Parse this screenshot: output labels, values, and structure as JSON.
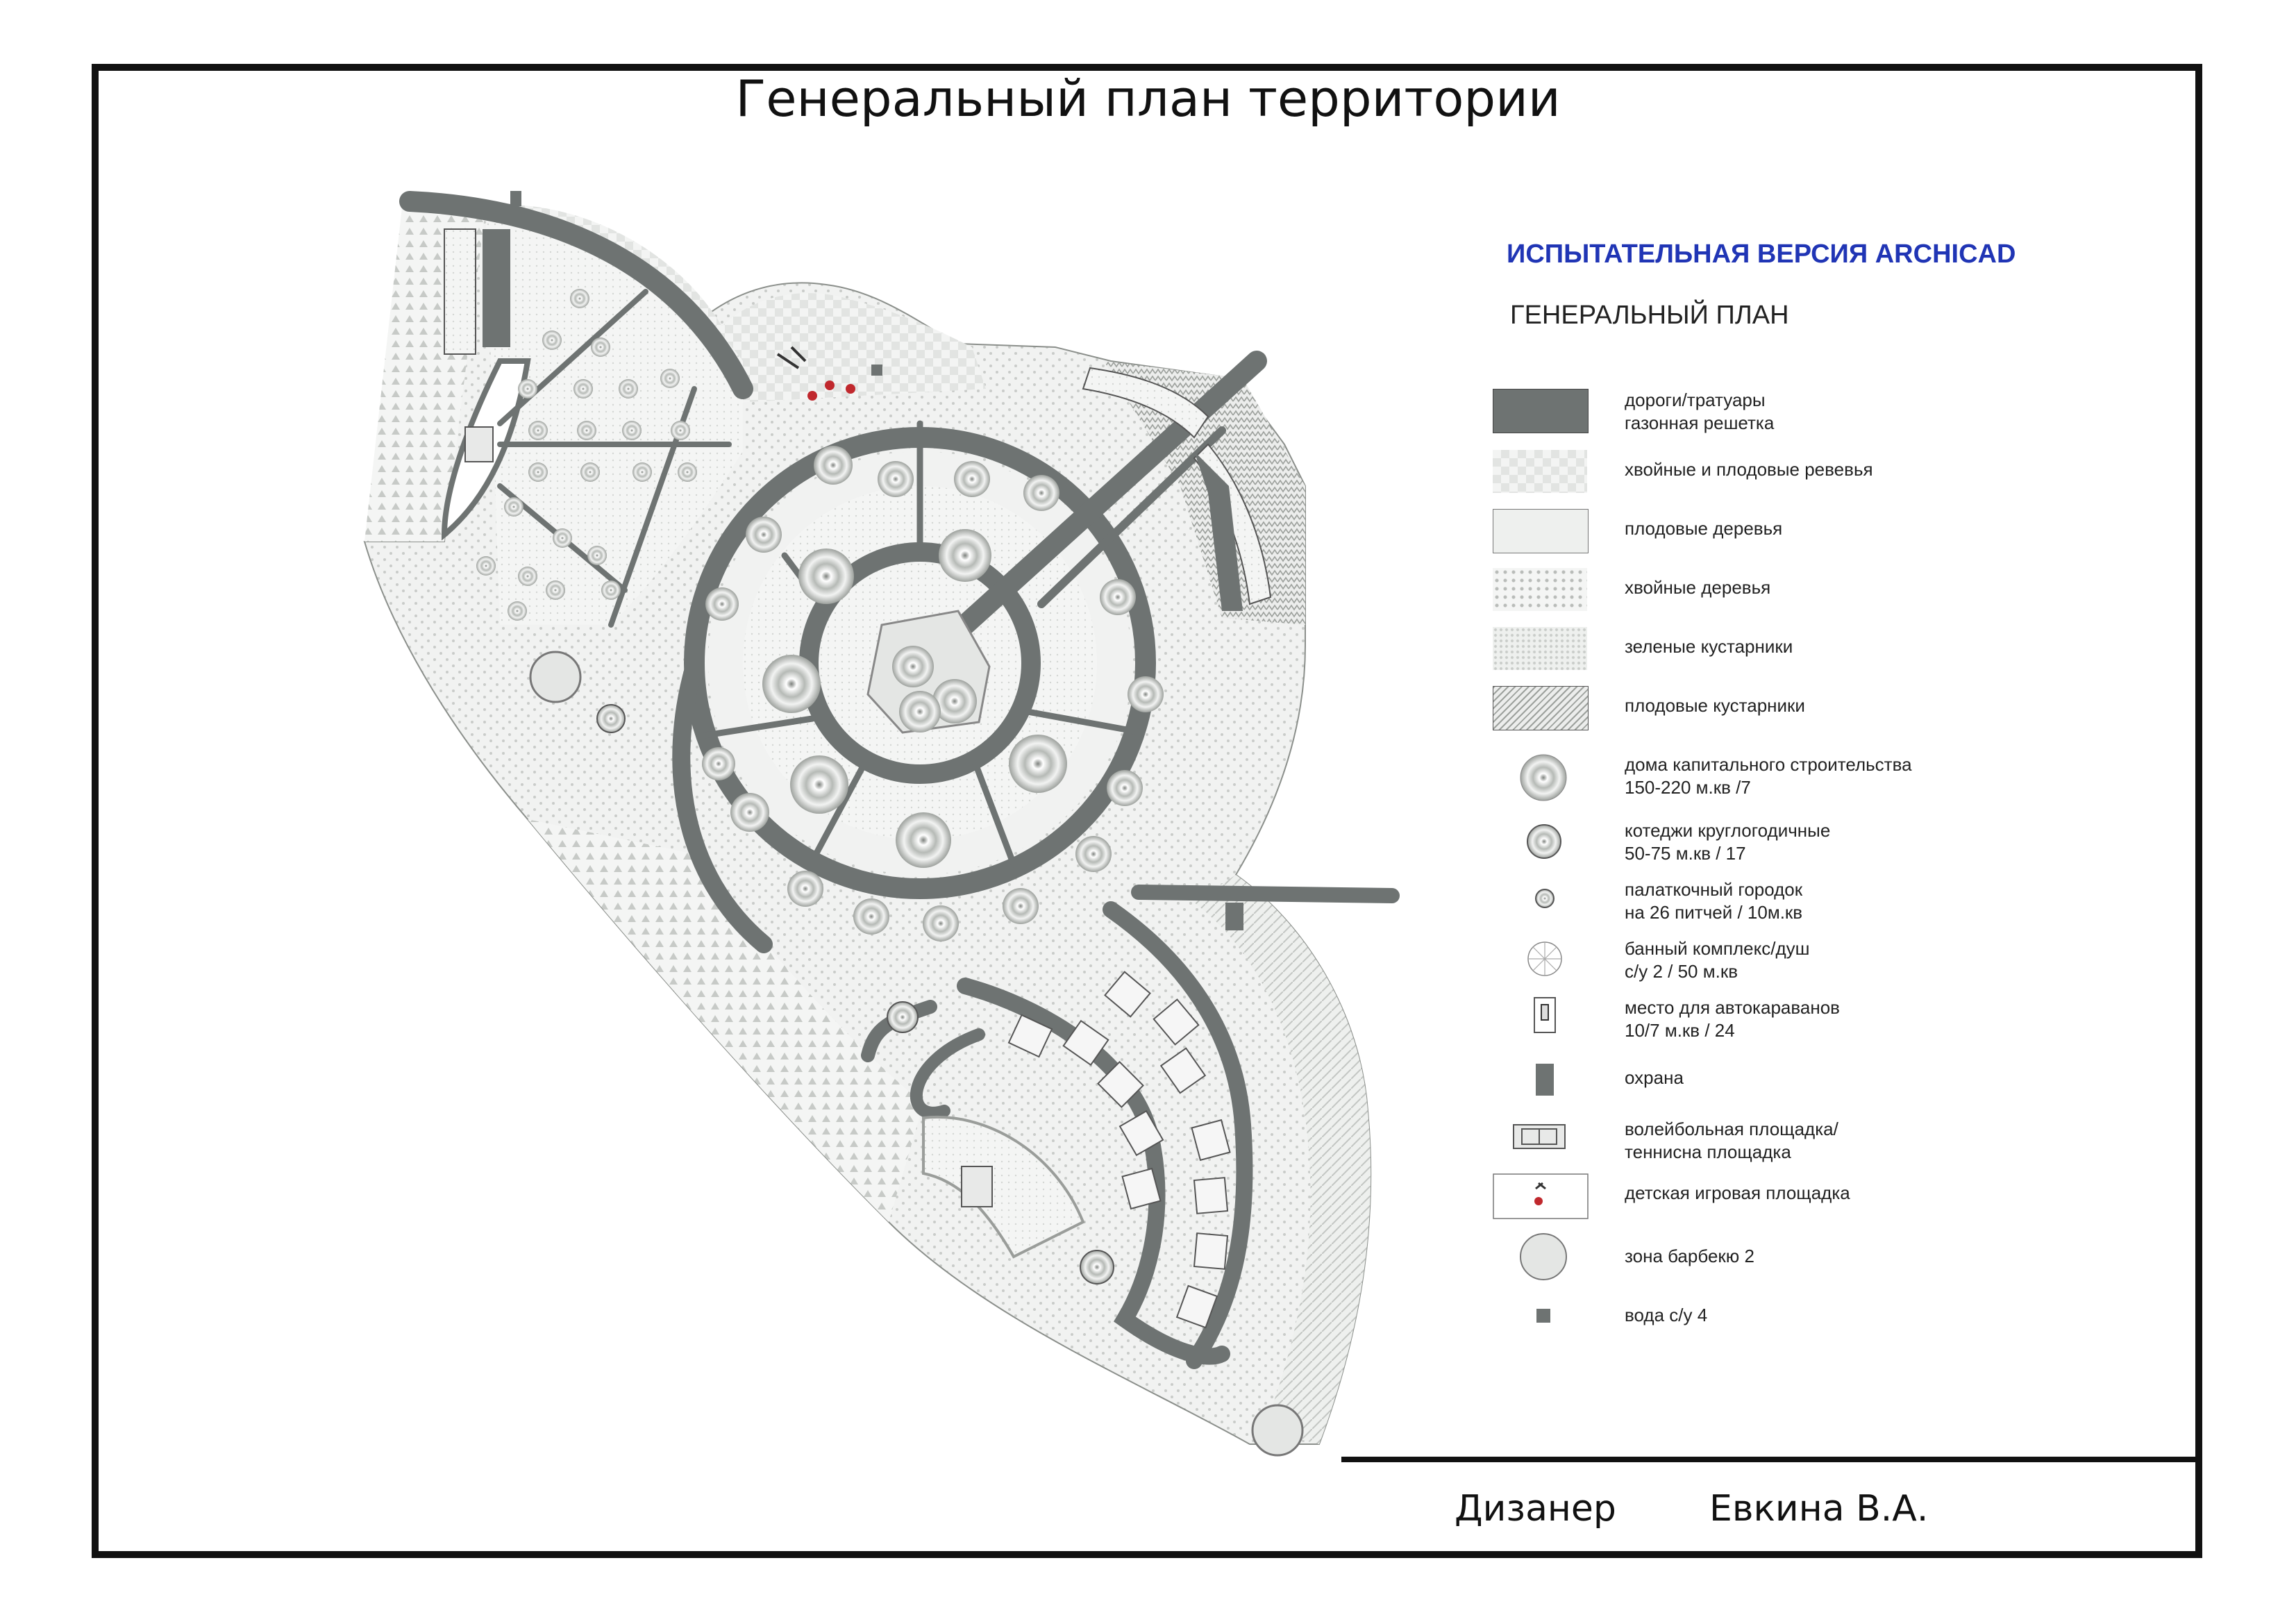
{
  "title": "Генеральный план территории",
  "watermark": "ИСПЫТАТЕЛЬНАЯ ВЕРСИЯ ARCHICAD",
  "legend": {
    "heading": "ГЕНЕРАЛЬНЫЙ ПЛАН",
    "items": [
      {
        "label": "дороги/тратуары\nгазонная решетка",
        "icon": "road-swatch"
      },
      {
        "label": "хвойные и плодовые ревевья",
        "icon": "conifer-fruit-swatch"
      },
      {
        "label": "плодовые деревья",
        "icon": "fruit-tree-swatch"
      },
      {
        "label": "хвойные деревья",
        "icon": "conifer-swatch"
      },
      {
        "label": "зеленые кустарники",
        "icon": "green-shrub-swatch"
      },
      {
        "label": "плодовые кустарники",
        "icon": "fruit-shrub-swatch"
      },
      {
        "label": "дома капитального строительства\n150-220 м.кв /7",
        "icon": "large-house-icon"
      },
      {
        "label": "котеджи круглогодичные\n50-75 м.кв / 17",
        "icon": "cottage-icon"
      },
      {
        "label": "палаткочный городок\nна 26 питчей / 10м.кв",
        "icon": "tent-pitch-icon"
      },
      {
        "label": "банный комплекс/душ\nс/у 2 / 50 м.кв",
        "icon": "bath-complex-icon"
      },
      {
        "label": "место для автокараванов\n10/7 м.кв / 24",
        "icon": "caravan-spot-icon"
      },
      {
        "label": "охрана",
        "icon": "security-icon"
      },
      {
        "label": "волейбольная площадка/\nтеннисна площадка",
        "icon": "court-icon"
      },
      {
        "label": "детская игровая площадка",
        "icon": "playground-icon"
      },
      {
        "label": "зона барбекю 2",
        "icon": "bbq-zone-icon"
      },
      {
        "label": "вода с/у 4",
        "icon": "water-icon"
      }
    ]
  },
  "footer": {
    "designer_label": "Дизанер",
    "designer_name": "Евкина В.А."
  },
  "colors": {
    "road": "#6e7372",
    "frame": "#111111",
    "watermark": "#2035b5",
    "playground_accent": "#c0282d"
  }
}
